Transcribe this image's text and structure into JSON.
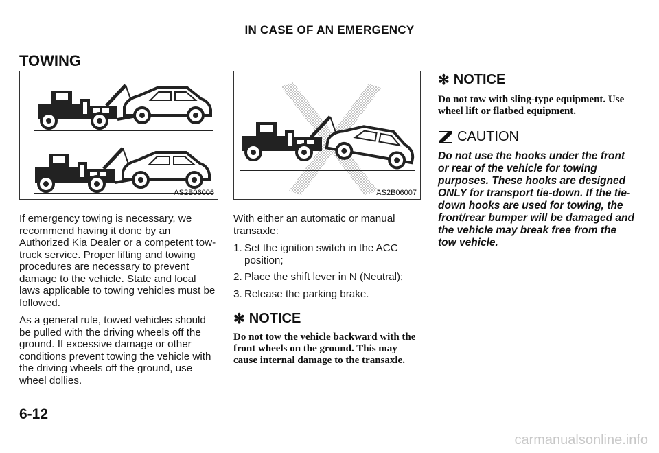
{
  "header": {
    "title": "IN CASE OF AN EMERGENCY"
  },
  "section": {
    "title": "TOWING"
  },
  "figures": {
    "left": {
      "label": "AS2B06006"
    },
    "middle": {
      "label": "AS2B06007"
    }
  },
  "left_column": {
    "paragraphs": [
      "If emergency towing is necessary, we recommend having it done by an Authorized Kia Dealer or a competent tow-truck service. Proper lifting and towing procedures are necessary to prevent damage to the vehicle. State and local laws applicable to towing vehicles must be followed.",
      "As a general rule, towed vehicles should be pulled with the driving wheels off the ground. If excessive damage or other conditions prevent towing the vehicle with the driving wheels off the ground, use wheel dollies."
    ]
  },
  "middle_column": {
    "intro": "With either an automatic or manual transaxle:",
    "steps": [
      {
        "num": "1.",
        "text": "Set the ignition switch in the ACC position;"
      },
      {
        "num": "2.",
        "text": "Place the shift lever in N (Neutral);"
      },
      {
        "num": "3.",
        "text": "Release the parking brake."
      }
    ],
    "notice": {
      "symbol": "✻",
      "heading": "NOTICE",
      "text": "Do not tow the vehicle backward with the front wheels on the ground. This may cause internal damage to the transaxle."
    }
  },
  "right_column": {
    "notice": {
      "symbol": "✻",
      "heading": "NOTICE",
      "text": "Do not tow with sling-type equipment. Use wheel lift or flatbed equipment."
    },
    "caution": {
      "heading": "CAUTION",
      "text": "Do not use the hooks under the front or rear of the vehicle for towing purposes. These hooks are designed ONLY for transport tie-down. If the tie-down hooks are used for towing, the front/rear bumper will be damaged and the vehicle may break free from the tow vehicle."
    }
  },
  "page": {
    "number": "6-12"
  },
  "footer": {
    "watermark": "carmanualsonline.info"
  }
}
